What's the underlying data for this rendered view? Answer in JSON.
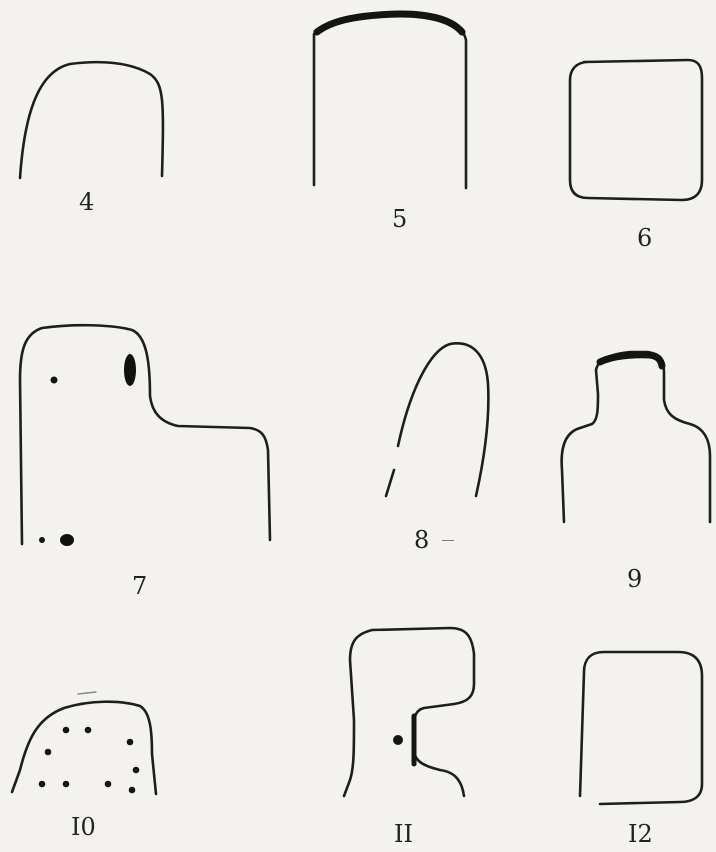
{
  "figures": [
    {
      "id": "4",
      "label": "4"
    },
    {
      "id": "5",
      "label": "5"
    },
    {
      "id": "6",
      "label": "6"
    },
    {
      "id": "7",
      "label": "7"
    },
    {
      "id": "8",
      "label": "8"
    },
    {
      "id": "9",
      "label": "9"
    },
    {
      "id": "10",
      "label": "I0"
    },
    {
      "id": "11",
      "label": "II"
    },
    {
      "id": "12",
      "label": "I2"
    }
  ]
}
